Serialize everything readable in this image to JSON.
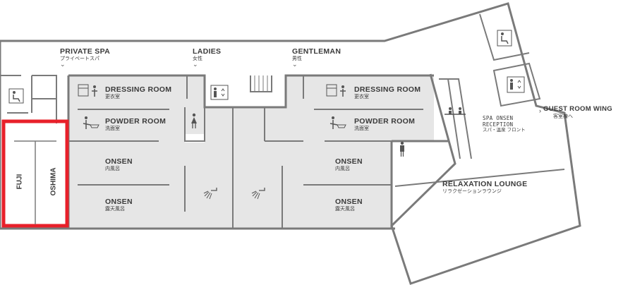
{
  "colors": {
    "wall": "#7a7a7a",
    "room_fill": "#e6e6e6",
    "highlight": "#e8202a",
    "text": "#3a3a3a"
  },
  "areas": {
    "private_spa": {
      "en": "PRIVATE SPA",
      "jp": "プライベートスパ"
    },
    "ladies": {
      "en": "LADIES",
      "jp": "女性"
    },
    "gentleman": {
      "en": "GENTLEMAN",
      "jp": "男性"
    },
    "guest_room_wing": {
      "en": "GUEST ROOM WING",
      "jp": "客室棟へ"
    }
  },
  "rooms": {
    "dressing_ladies": {
      "en": "DRESSING ROOM",
      "jp": "更衣室"
    },
    "powder_ladies": {
      "en": "POWDER ROOM",
      "jp": "洗面室"
    },
    "onsen_in_ladies": {
      "en": "ONSEN",
      "jp": "内風呂"
    },
    "onsen_out_ladies": {
      "en": "ONSEN",
      "jp": "露天風呂"
    },
    "dressing_gent": {
      "en": "DRESSING ROOM",
      "jp": "更衣室"
    },
    "powder_gent": {
      "en": "POWDER ROOM",
      "jp": "洗面室"
    },
    "onsen_in_gent": {
      "en": "ONSEN",
      "jp": "内風呂"
    },
    "onsen_out_gent": {
      "en": "ONSEN",
      "jp": "露天風呂"
    },
    "reception": {
      "en1": "SPA ONSEN",
      "en2": "RECEPTION",
      "jp": "スパ・温泉 フロント"
    },
    "relaxation": {
      "en": "RELAXATION LOUNGE",
      "jp": "リラクゼーションラウンジ"
    },
    "fuji": "FUJI",
    "oshima": "OSHIMA"
  },
  "icons": [
    "chevron-down-icon",
    "elevator-icon",
    "accessible-toilet-icon",
    "changing-room-icon",
    "vanity-icon",
    "female-icon",
    "male-icon",
    "shower-icon",
    "reception-desk-icon"
  ]
}
